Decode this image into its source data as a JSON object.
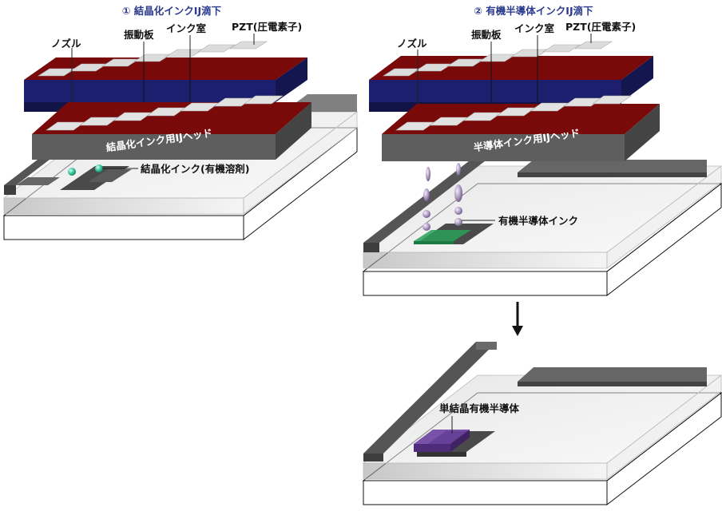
{
  "panels": {
    "left": {
      "step_title": "① 結晶化インクIJ滴下",
      "labels": {
        "nozzle": "ノズル",
        "vibration_plate": "振動板",
        "ink_chamber": "インク室",
        "pzt": "PZT(圧電素子)",
        "head": "結晶化インク用IJヘッド",
        "ink": "結晶化インク(有機溶剤)"
      },
      "colors": {
        "droplet": "#3fd0a8"
      }
    },
    "right": {
      "step_title": "② 有機半導体インクIJ滴下",
      "labels": {
        "nozzle": "ノズル",
        "vibration_plate": "振動板",
        "ink_chamber": "インク室",
        "pzt": "PZT(圧電素子)",
        "head": "半導体インク用IJヘッド",
        "ink": "有機半導体インク"
      },
      "colors": {
        "droplet": "#b7a6c9",
        "film": "#2aa05a"
      }
    },
    "result": {
      "label": "単結晶有機半導体",
      "colors": {
        "crystal": "#6a3fa0"
      }
    }
  },
  "colors": {
    "pzt_layer": "#7a0a0a",
    "chamber_layer": "#1c1e6e",
    "head_body": "#5e5e5e",
    "element_top": "#e6e6e6",
    "substrate": "#d8d8d8",
    "electrode": "#555555",
    "step_title": "#2a3a8c"
  },
  "icons": {
    "arrow": "down-arrow-icon"
  }
}
